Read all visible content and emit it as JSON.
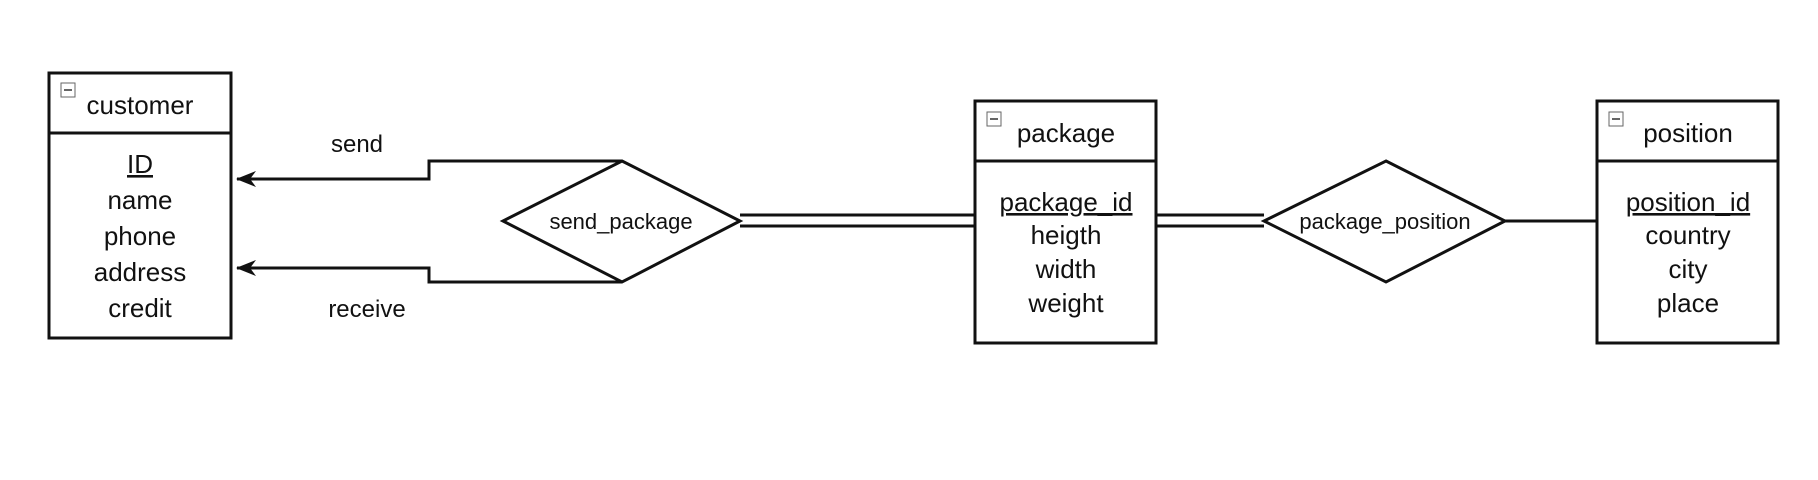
{
  "entities": {
    "customer": {
      "title": "customer",
      "attributes": [
        {
          "text": "ID",
          "key": true,
          "color": "#111111"
        },
        {
          "text": "name",
          "key": false,
          "color": "#111111"
        },
        {
          "text": "phone",
          "key": false,
          "color": "#111111"
        },
        {
          "text": "address",
          "key": false,
          "color": "#111111"
        },
        {
          "text": "credit",
          "key": false,
          "color": "#555555"
        }
      ]
    },
    "package": {
      "title": "package",
      "attributes": [
        {
          "text": "package_id",
          "key": true,
          "color": "#111111"
        },
        {
          "text": "heigth",
          "key": false,
          "color": "#111111"
        },
        {
          "text": "width",
          "key": false,
          "color": "#111111"
        },
        {
          "text": "weight",
          "key": false,
          "color": "#111111"
        }
      ]
    },
    "position": {
      "title": "position",
      "attributes": [
        {
          "text": "position_id",
          "key": true,
          "color": "#111111"
        },
        {
          "text": "country",
          "key": false,
          "color": "#111111"
        },
        {
          "text": "city",
          "key": false,
          "color": "#111111"
        },
        {
          "text": "place",
          "key": false,
          "color": "#111111"
        }
      ]
    }
  },
  "relationships": {
    "send_package": {
      "label": "send_package"
    },
    "package_position": {
      "label": "package_position"
    }
  },
  "edges": {
    "send": {
      "label": "send"
    },
    "receive": {
      "label": "receive"
    }
  },
  "icons": {
    "collapse": "minus-square-icon",
    "arrow": "arrowhead-icon"
  },
  "colors": {
    "stroke": "#111111",
    "background": "#ffffff",
    "muted_text": "#555555"
  }
}
